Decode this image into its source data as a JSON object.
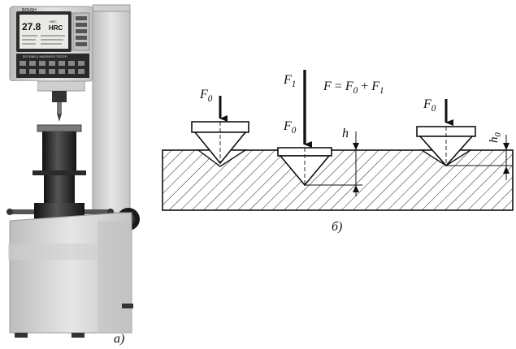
{
  "machine": {
    "brand": "BONSH",
    "screen": {
      "value": "27.8",
      "unit_top": "HRC",
      "unit_main": "HRC"
    },
    "panel_label": "ROCKWELL HARDNESS TESTER",
    "caption": "а)"
  },
  "scheme": {
    "caption": "б)",
    "f0_symbol": "F",
    "f0_subscript": "0",
    "f1_symbol": "F",
    "f1_subscript": "1",
    "formula": {
      "lhs": "F",
      "eq": " = ",
      "t1": "F",
      "t1_sub": "0",
      "plus": " + ",
      "t2": "F",
      "t2_sub": "1"
    },
    "h_label": "h",
    "h0_symbol": "h",
    "h0_subscript": "0"
  },
  "colors": {
    "ink": "#111111",
    "hatch": "#222222",
    "machine_body": "#d6d6d6",
    "machine_dark": "#2a2a2a",
    "screen_bg": "#e9ece6"
  }
}
